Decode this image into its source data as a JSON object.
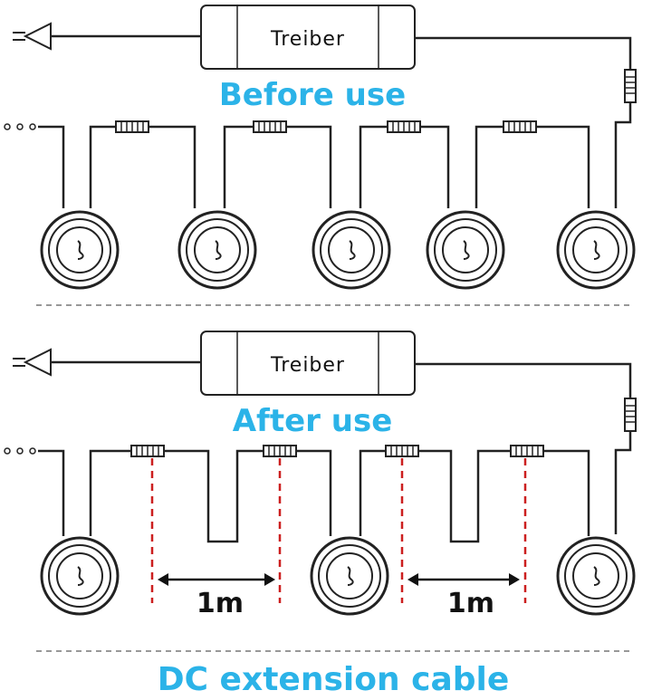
{
  "driver_label": "Treiber",
  "sections": {
    "before": {
      "title": "Before use"
    },
    "after": {
      "title": "After use",
      "distance_label": "1m"
    }
  },
  "caption": "DC extension cable",
  "colors": {
    "title_blue": "#2bb3e8",
    "cable": "#222222",
    "marker_red": "#cc1f1f",
    "divider": "#777777"
  }
}
